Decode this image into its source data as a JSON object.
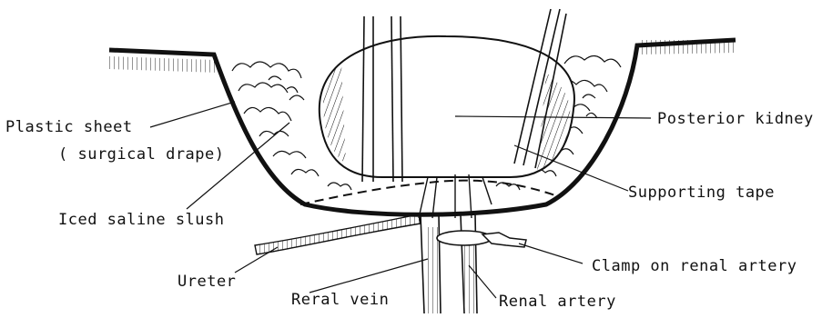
{
  "diagram": {
    "labels": {
      "plastic_sheet": "Plastic sheet",
      "surgical_drape": "( surgical drape)",
      "iced_saline": "Iced saline slush",
      "ureter": "Ureter",
      "renal_vein": "Reral vein",
      "posterior_kidney": "Posterior kidney",
      "supporting_tape": "Supporting tape",
      "clamp": "Clamp on renal artery",
      "renal_artery": "Renal artery"
    },
    "colors": {
      "ink": "#111111",
      "background": "#ffffff"
    }
  }
}
